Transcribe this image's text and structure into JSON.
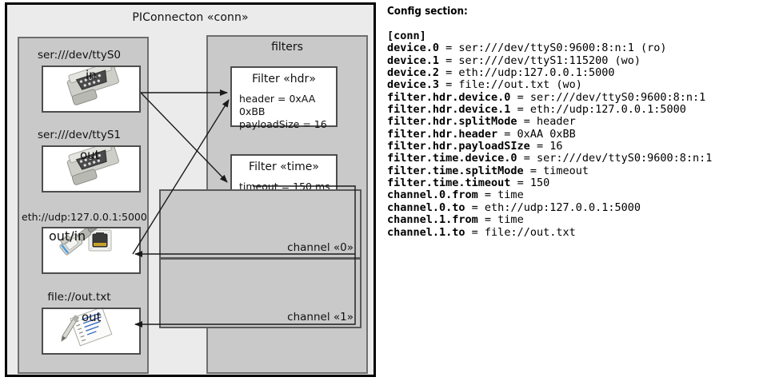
{
  "diagram": {
    "outer_title": "PIConnecton «conn»",
    "devices_group_title": "",
    "filters_group_title": "filters",
    "devices": [
      {
        "label": "ser:///dev/ttyS0",
        "io": "in",
        "icon": "serial-db9-icon"
      },
      {
        "label": "ser:///dev/ttyS1",
        "io": "out",
        "icon": "serial-db9-icon"
      },
      {
        "label": "eth://udp:127.0.0.1:5000",
        "io": "out/in",
        "icon": "ethernet-rj45-icon"
      },
      {
        "label": "file://out.txt",
        "io": "out",
        "icon": "document-pencil-icon"
      }
    ],
    "filters": [
      {
        "title": "Filter «hdr»",
        "props": [
          "header = 0xAA 0xBB",
          "payloadSize = 16"
        ]
      },
      {
        "title": "Filter «time»",
        "props": [
          "timeout = 150 ms"
        ]
      }
    ],
    "channels": [
      {
        "label": "channel «0»"
      },
      {
        "label": "channel «1»"
      }
    ]
  },
  "config": {
    "heading": "Config section:",
    "lines": [
      {
        "key": "[conn]",
        "value": ""
      },
      {
        "key": "device.0",
        "value": " = ser:///dev/ttyS0:9600:8:n:1 (ro)"
      },
      {
        "key": "device.1",
        "value": " = ser:///dev/ttyS1:115200 (wo)"
      },
      {
        "key": "device.2",
        "value": " = eth://udp:127.0.0.1:5000"
      },
      {
        "key": "device.3",
        "value": " = file://out.txt (wo)"
      },
      {
        "key": "filter.hdr.device.0",
        "value": " = ser:///dev/ttyS0:9600:8:n:1"
      },
      {
        "key": "filter.hdr.device.1",
        "value": " = eth://udp:127.0.0.1:5000"
      },
      {
        "key": "filter.hdr.splitMode",
        "value": " = header"
      },
      {
        "key": "filter.hdr.header",
        "value": " = 0xAA 0xBB"
      },
      {
        "key": "filter.hdr.payloadSIze",
        "value": " = 16"
      },
      {
        "key": "filter.time.device.0",
        "value": " = ser:///dev/ttyS0:9600:8:n:1"
      },
      {
        "key": "filter.time.splitMode",
        "value": " = timeout"
      },
      {
        "key": "filter.time.timeout",
        "value": " = 150"
      },
      {
        "key": "channel.0.from",
        "value": " = time"
      },
      {
        "key": "channel.0.to",
        "value": " = eth://udp:127.0.0.1:5000"
      },
      {
        "key": "channel.1.from",
        "value": " = time"
      },
      {
        "key": "channel.1.to",
        "value": " = file://out.txt"
      }
    ]
  },
  "colors": {
    "page_bg": "#ffffff",
    "outer_bg": "#ebebeb",
    "group_bg": "#c9c9c9",
    "card_bg": "#ffffff",
    "border_dark": "#000000",
    "border_group": "#6e6e6e",
    "line": "#1a1a1a"
  }
}
